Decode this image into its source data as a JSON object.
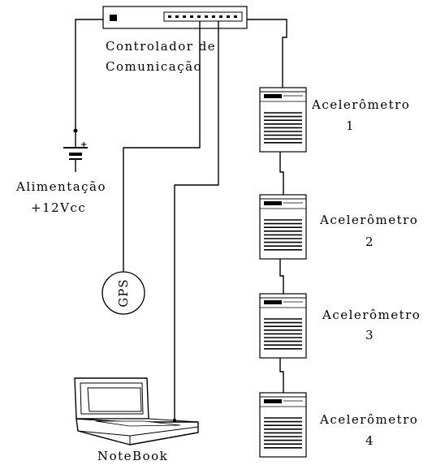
{
  "controller": {
    "label_line1": "Controlador de",
    "label_line2": "Comunicação"
  },
  "power": {
    "label_line1": "Alimentação",
    "label_line2": "+12Vcc",
    "plus_sign": "+"
  },
  "gps": {
    "label": "GPS"
  },
  "notebook": {
    "label": "NoteBook"
  },
  "accelerometers": [
    {
      "name": "Acelerômetro",
      "number": "1"
    },
    {
      "name": "Acelerômetro",
      "number": "2"
    },
    {
      "name": "Acelerômetro",
      "number": "3"
    },
    {
      "name": "Acelerômetro",
      "number": "4"
    }
  ]
}
